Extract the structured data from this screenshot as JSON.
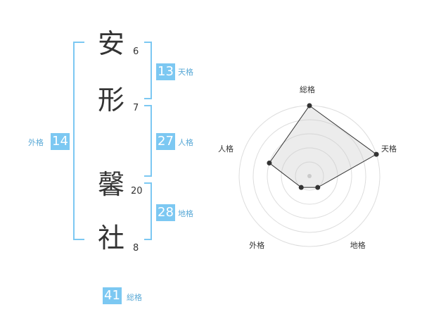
{
  "name_chars": [
    {
      "char": "安",
      "strokes": "6"
    },
    {
      "char": "形",
      "strokes": "7"
    },
    {
      "char": "馨",
      "strokes": "20"
    },
    {
      "char": "社",
      "strokes": "8"
    }
  ],
  "kaku": {
    "tenkaku": {
      "value": "13",
      "label": "天格"
    },
    "jinkaku": {
      "value": "27",
      "label": "人格"
    },
    "chikaku": {
      "value": "28",
      "label": "地格"
    },
    "gaikaku": {
      "value": "14",
      "label": "外格"
    },
    "soukaku": {
      "value": "41",
      "label": "総格"
    }
  },
  "colors": {
    "accent": "#7cc8f2",
    "bracket": "#7cc8f2",
    "text": "#333333",
    "radar_fill": "#ececec",
    "grid": "#dddddd"
  },
  "chart_data": {
    "type": "radar",
    "axes": [
      "総格",
      "天格",
      "地格",
      "外格",
      "人格"
    ],
    "scale_max": 5,
    "rings": 5,
    "values": [
      5,
      5,
      1,
      1,
      3
    ]
  }
}
